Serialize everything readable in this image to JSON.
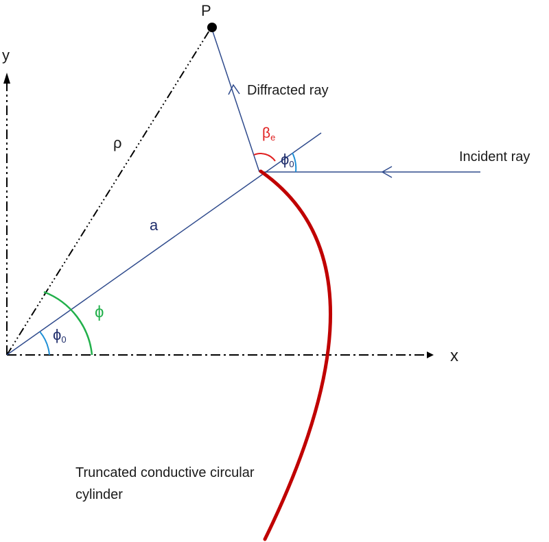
{
  "labels": {
    "point": "P",
    "y_axis": "y",
    "x_axis": "x",
    "rho": "ρ",
    "radius": "a",
    "phi": "ϕ",
    "phi0": "ϕ",
    "phi0_sub": "0",
    "beta": "β",
    "beta_sub": "e",
    "diffracted_ray": "Diffracted ray",
    "incident_ray": "Incident ray",
    "cylinder_line1": "Truncated conductive circular",
    "cylinder_line2": "cylinder"
  },
  "colors": {
    "axis": "#000000",
    "ray": "#2e4a8c",
    "cylinder": "#c00000",
    "phi_arc": "#22b04b",
    "phi0_arc": "#1e8fd6",
    "beta_arc": "#e02020",
    "navy_text": "#1f2d6b"
  }
}
